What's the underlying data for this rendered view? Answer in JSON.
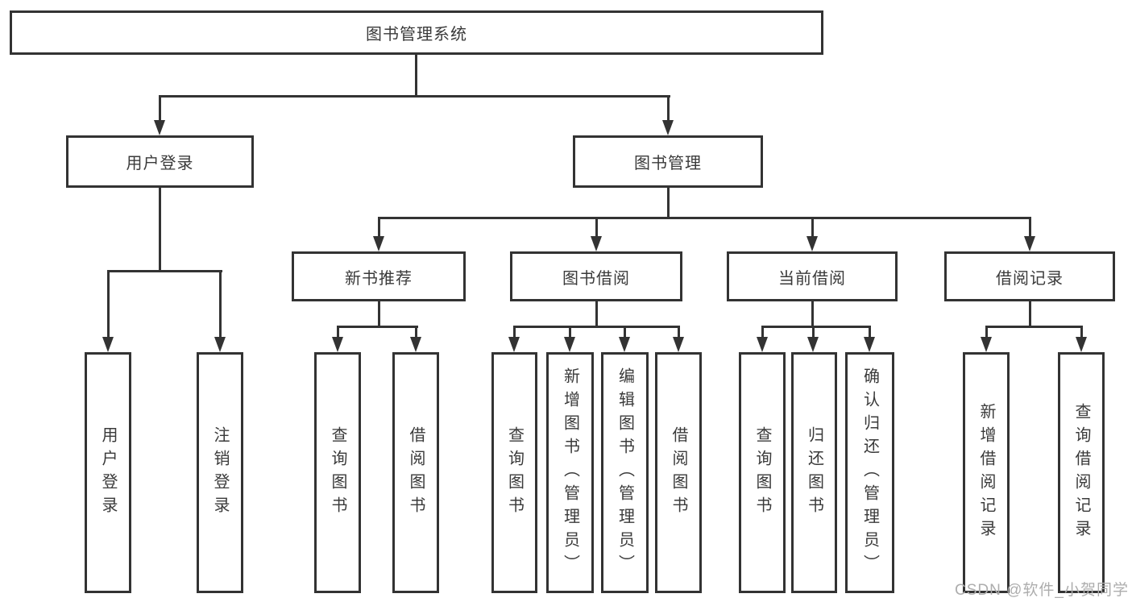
{
  "tree": {
    "label": "图书管理系统",
    "children": [
      {
        "label": "用户登录",
        "children": [
          {
            "label": "用户登录"
          },
          {
            "label": "注销登录"
          }
        ]
      },
      {
        "label": "图书管理",
        "children": [
          {
            "label": "新书推荐",
            "children": [
              {
                "label": "查询图书"
              },
              {
                "label": "借阅图书"
              }
            ]
          },
          {
            "label": "图书借阅",
            "children": [
              {
                "label": "查询图书"
              },
              {
                "label": "新增图书（管理员）"
              },
              {
                "label": "编辑图书（管理员）"
              },
              {
                "label": "借阅图书"
              }
            ]
          },
          {
            "label": "当前借阅",
            "children": [
              {
                "label": "查询图书"
              },
              {
                "label": "归还图书"
              },
              {
                "label": "确认归还（管理员）"
              }
            ]
          },
          {
            "label": "借阅记录",
            "children": [
              {
                "label": "新增借阅记录"
              },
              {
                "label": "查询借阅记录"
              }
            ]
          }
        ]
      }
    ]
  },
  "watermark": {
    "text": "CSDN @软件_小贺同学"
  },
  "colors": {
    "line": "#333333",
    "text": "#3a3a3a",
    "watermark": "#adadad",
    "background": "#ffffff"
  }
}
